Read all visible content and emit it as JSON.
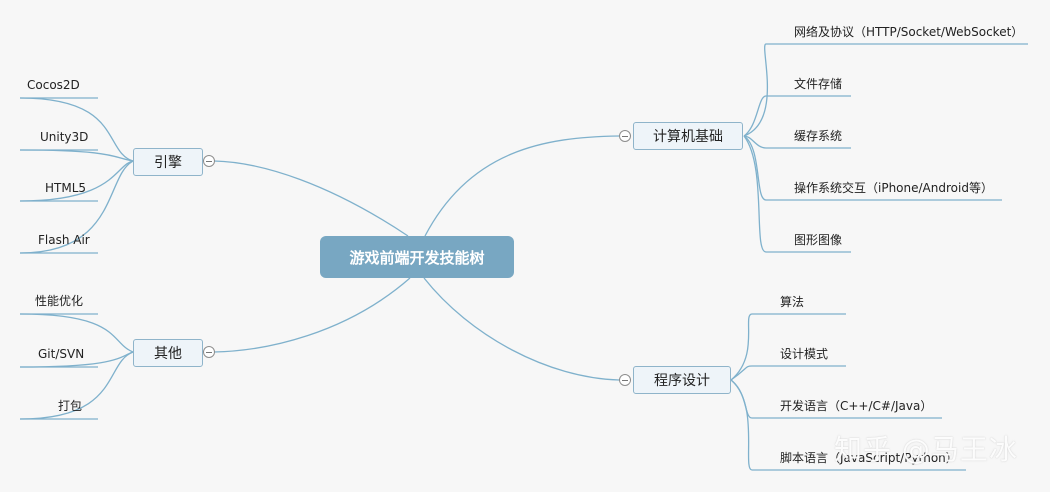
{
  "center": {
    "label": "游戏前端开发技能树"
  },
  "branches": {
    "engine": {
      "label": "引擎",
      "items": [
        "Cocos2D",
        "Unity3D",
        "HTML5",
        "Flash Air"
      ]
    },
    "other": {
      "label": "其他",
      "items": [
        "性能优化",
        "Git/SVN",
        "打包"
      ]
    },
    "cs": {
      "label": "计算机基础",
      "items": [
        "网络及协议（HTTP/Socket/WebSocket）",
        "文件存储",
        "缓存系统",
        "操作系统交互（iPhone/Android等）",
        "图形图像"
      ]
    },
    "programming": {
      "label": "程序设计",
      "items": [
        "算法",
        "设计模式",
        "开发语言（C++/C#/Java）",
        "脚本语言（JavaScript/Python）"
      ]
    }
  },
  "watermark": {
    "text": "知乎 @马王冰"
  },
  "colors": {
    "background": "#f7f7f7",
    "center_fill": "#78a7c2",
    "connector": "#7fb1cc",
    "branch_fill": "#eef4f9",
    "branch_border": "#8fb4ca"
  }
}
